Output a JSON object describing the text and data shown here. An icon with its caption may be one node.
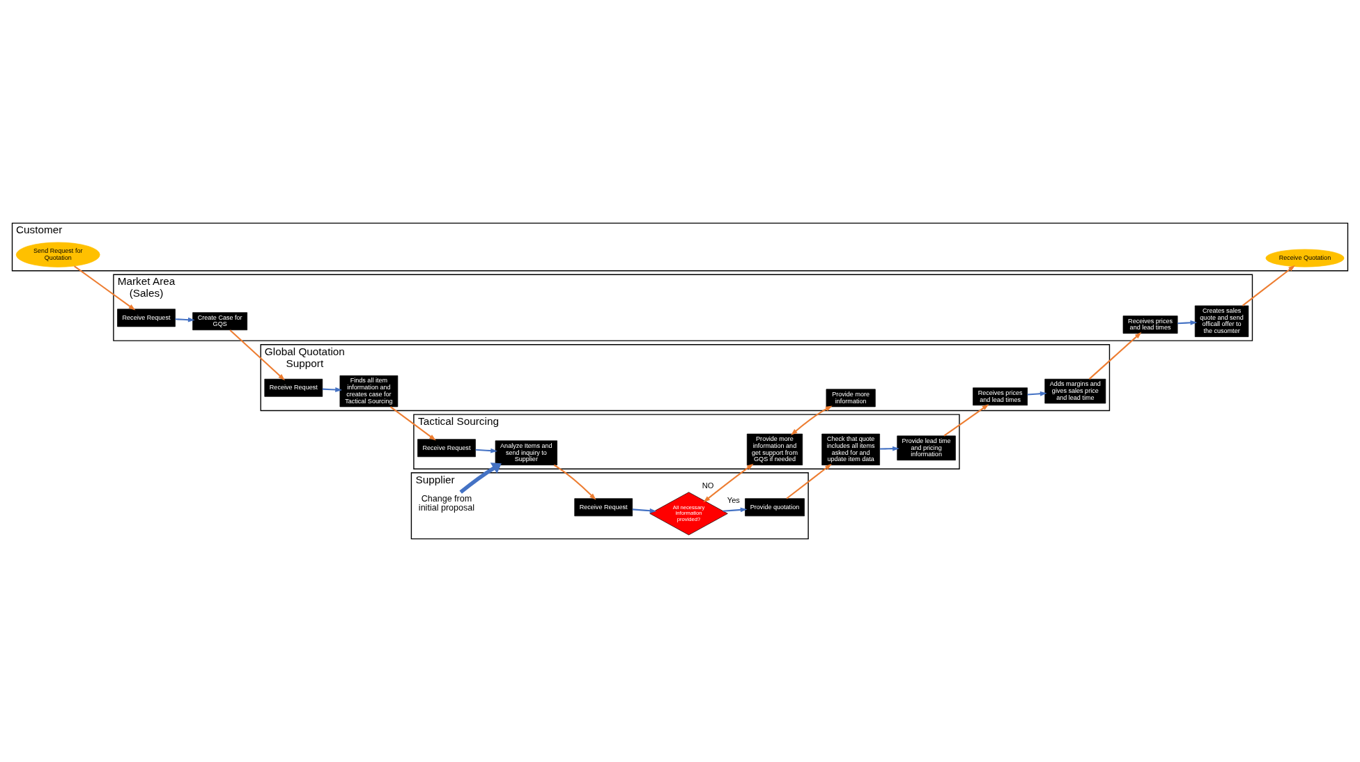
{
  "diagram": {
    "nodes": [
      {
        "text": [
          "Customer"
        ]
      },
      {
        "text": [
          "Send Request for Quotation"
        ],
        "in": 0
      },
      {
        "text": [
          "Receive Quotation"
        ],
        "in": 0
      },
      {
        "text": [
          "Market Area (Sales)"
        ]
      },
      {
        "text": [
          "Receive Request"
        ],
        "in": 3
      },
      {
        "text": [
          "Create Case for GQS"
        ],
        "in": 3
      },
      {
        "text": [
          "Receives prices and lead times"
        ],
        "in": 3
      },
      {
        "text": [
          "Creates sales quote and send officall offer to the cusomter"
        ],
        "in": 3
      },
      {
        "text": [
          "Global Quotation Support"
        ]
      },
      {
        "text": [
          "Receive Request"
        ],
        "in": 8
      },
      {
        "text": [
          "Finds all item information and creates case for Tactical Sourcing"
        ],
        "in": 8
      },
      {
        "text": [
          "Provide more information"
        ],
        "in": 8
      },
      {
        "text": [
          "Receives prices and lead times"
        ],
        "in": 8
      },
      {
        "text": [
          "Adds margins and gives sales price and lead time"
        ],
        "in": 8
      },
      {
        "text": [
          "Tactical Sourcing"
        ]
      },
      {
        "text": [
          "Receive Request"
        ],
        "in": 14
      },
      {
        "text": [
          "Analyze Items and send inquiry to Supplier"
        ],
        "in": 14
      },
      {
        "text": [
          "Provide more information and get support from GQS if needed"
        ],
        "in": 14
      },
      {
        "text": [
          "Check that quote includes all items asked for and update item data"
        ],
        "in": 14
      },
      {
        "text": [
          "Provide lead time and pricing information"
        ],
        "in": 14
      },
      {
        "text": [
          "Supplier"
        ]
      },
      {
        "text": [
          "Change from initial proposal"
        ],
        "in": 20
      },
      {
        "text": [
          "Receive Request"
        ],
        "in": 20
      },
      {
        "text": [
          "All necessary information provided?"
        ],
        "in": 20
      },
      {
        "text": [
          "Provide quotation"
        ],
        "in": 20
      }
    ],
    "edges": [
      {
        "from": 1,
        "to": 4,
        "arrow": "to"
      },
      {
        "from": 4,
        "to": 5,
        "arrow": "to",
        "color": "#4472c4"
      },
      {
        "from": 5,
        "to": 9,
        "arrow": "to"
      },
      {
        "from": 9,
        "to": 10,
        "arrow": "to",
        "color": "#4472c4"
      },
      {
        "from": 10,
        "to": 15,
        "arrow": "to"
      },
      {
        "from": 15,
        "to": 16,
        "arrow": "to",
        "color": "#4472c4"
      },
      {
        "from": 21,
        "to": 16,
        "arrow": "to",
        "style": "thick",
        "color": "#4472c4"
      },
      {
        "from": 16,
        "to": 22,
        "arrow": "to"
      },
      {
        "from": 22,
        "to": 23,
        "arrow": "to",
        "color": "#4472c4"
      },
      {
        "from": 23,
        "to": 17,
        "arrow": "both",
        "label": "NO"
      },
      {
        "from": 17,
        "to": 11,
        "arrow": "both"
      },
      {
        "from": 23,
        "to": 24,
        "arrow": "to",
        "label": "Yes",
        "color": "#4472c4"
      },
      {
        "from": 24,
        "to": 18,
        "arrow": "to"
      },
      {
        "from": 18,
        "to": 19,
        "arrow": "to",
        "color": "#4472c4"
      },
      {
        "from": 19,
        "to": 12,
        "arrow": "to"
      },
      {
        "from": 12,
        "to": 13,
        "arrow": "to",
        "color": "#4472c4"
      },
      {
        "from": 13,
        "to": 6,
        "arrow": "to"
      },
      {
        "from": 6,
        "to": 7,
        "arrow": "to",
        "color": "#4472c4"
      },
      {
        "from": 7,
        "to": 2,
        "arrow": "to"
      }
    ]
  }
}
